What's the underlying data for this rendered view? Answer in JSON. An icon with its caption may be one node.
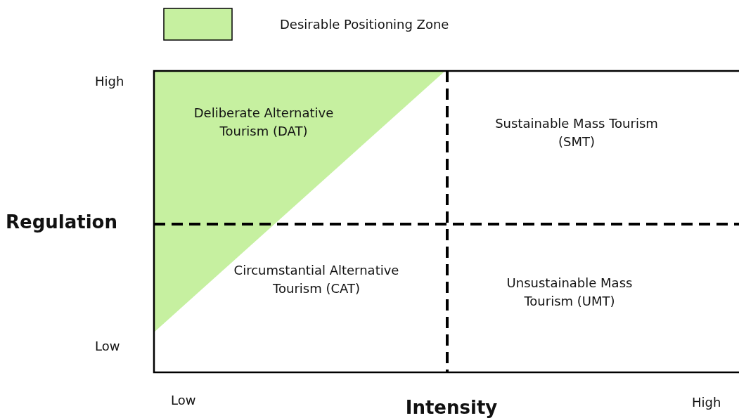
{
  "diagram": {
    "labels": [
      "High",
      "Deliberate Alternative Tourism (DAT)",
      "Sustainable Mass Tourism (SMT)",
      "Regulation",
      "Circumstantial Alternative Tourism (CAT)",
      "Unsustainable Mass Tourism (UMT)",
      "Low",
      "Low",
      "Intensity",
      "High"
    ],
    "legend": [
      {
        "text": "Desirable Positioning Zone",
        "color": "#c6f0a0"
      }
    ]
  }
}
